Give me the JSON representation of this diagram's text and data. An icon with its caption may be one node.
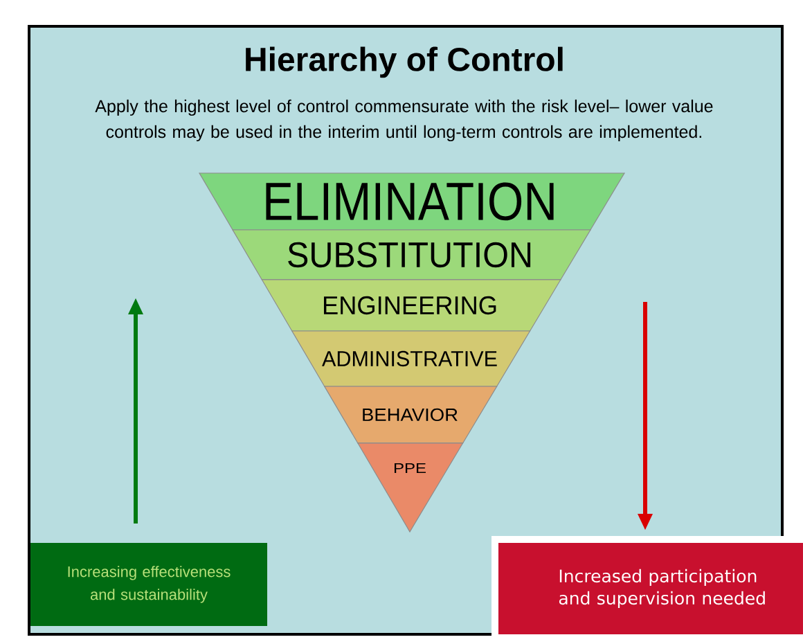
{
  "diagram": {
    "title": "Hierarchy of Control",
    "nodes": [
      {
        "text": [
          "ELIMINATION"
        ]
      },
      {
        "text": [
          "SUBSTITUTION"
        ]
      },
      {
        "text": [
          "ENGINEERING"
        ]
      },
      {
        "text": [
          "ADMINISTRATIVE"
        ]
      },
      {
        "text": [
          "BEHAVIOR"
        ]
      },
      {
        "text": [
          "PPE"
        ]
      },
      {
        "text": [
          "Increasing effectiveness and sustainability"
        ]
      },
      {
        "text": [
          "Increased participation and supervision needed"
        ]
      }
    ],
    "labels": [
      "Apply the highest level of control commensurate with the risk level– lower value controls may be used in the interim until long-term controls are implemented."
    ]
  }
}
